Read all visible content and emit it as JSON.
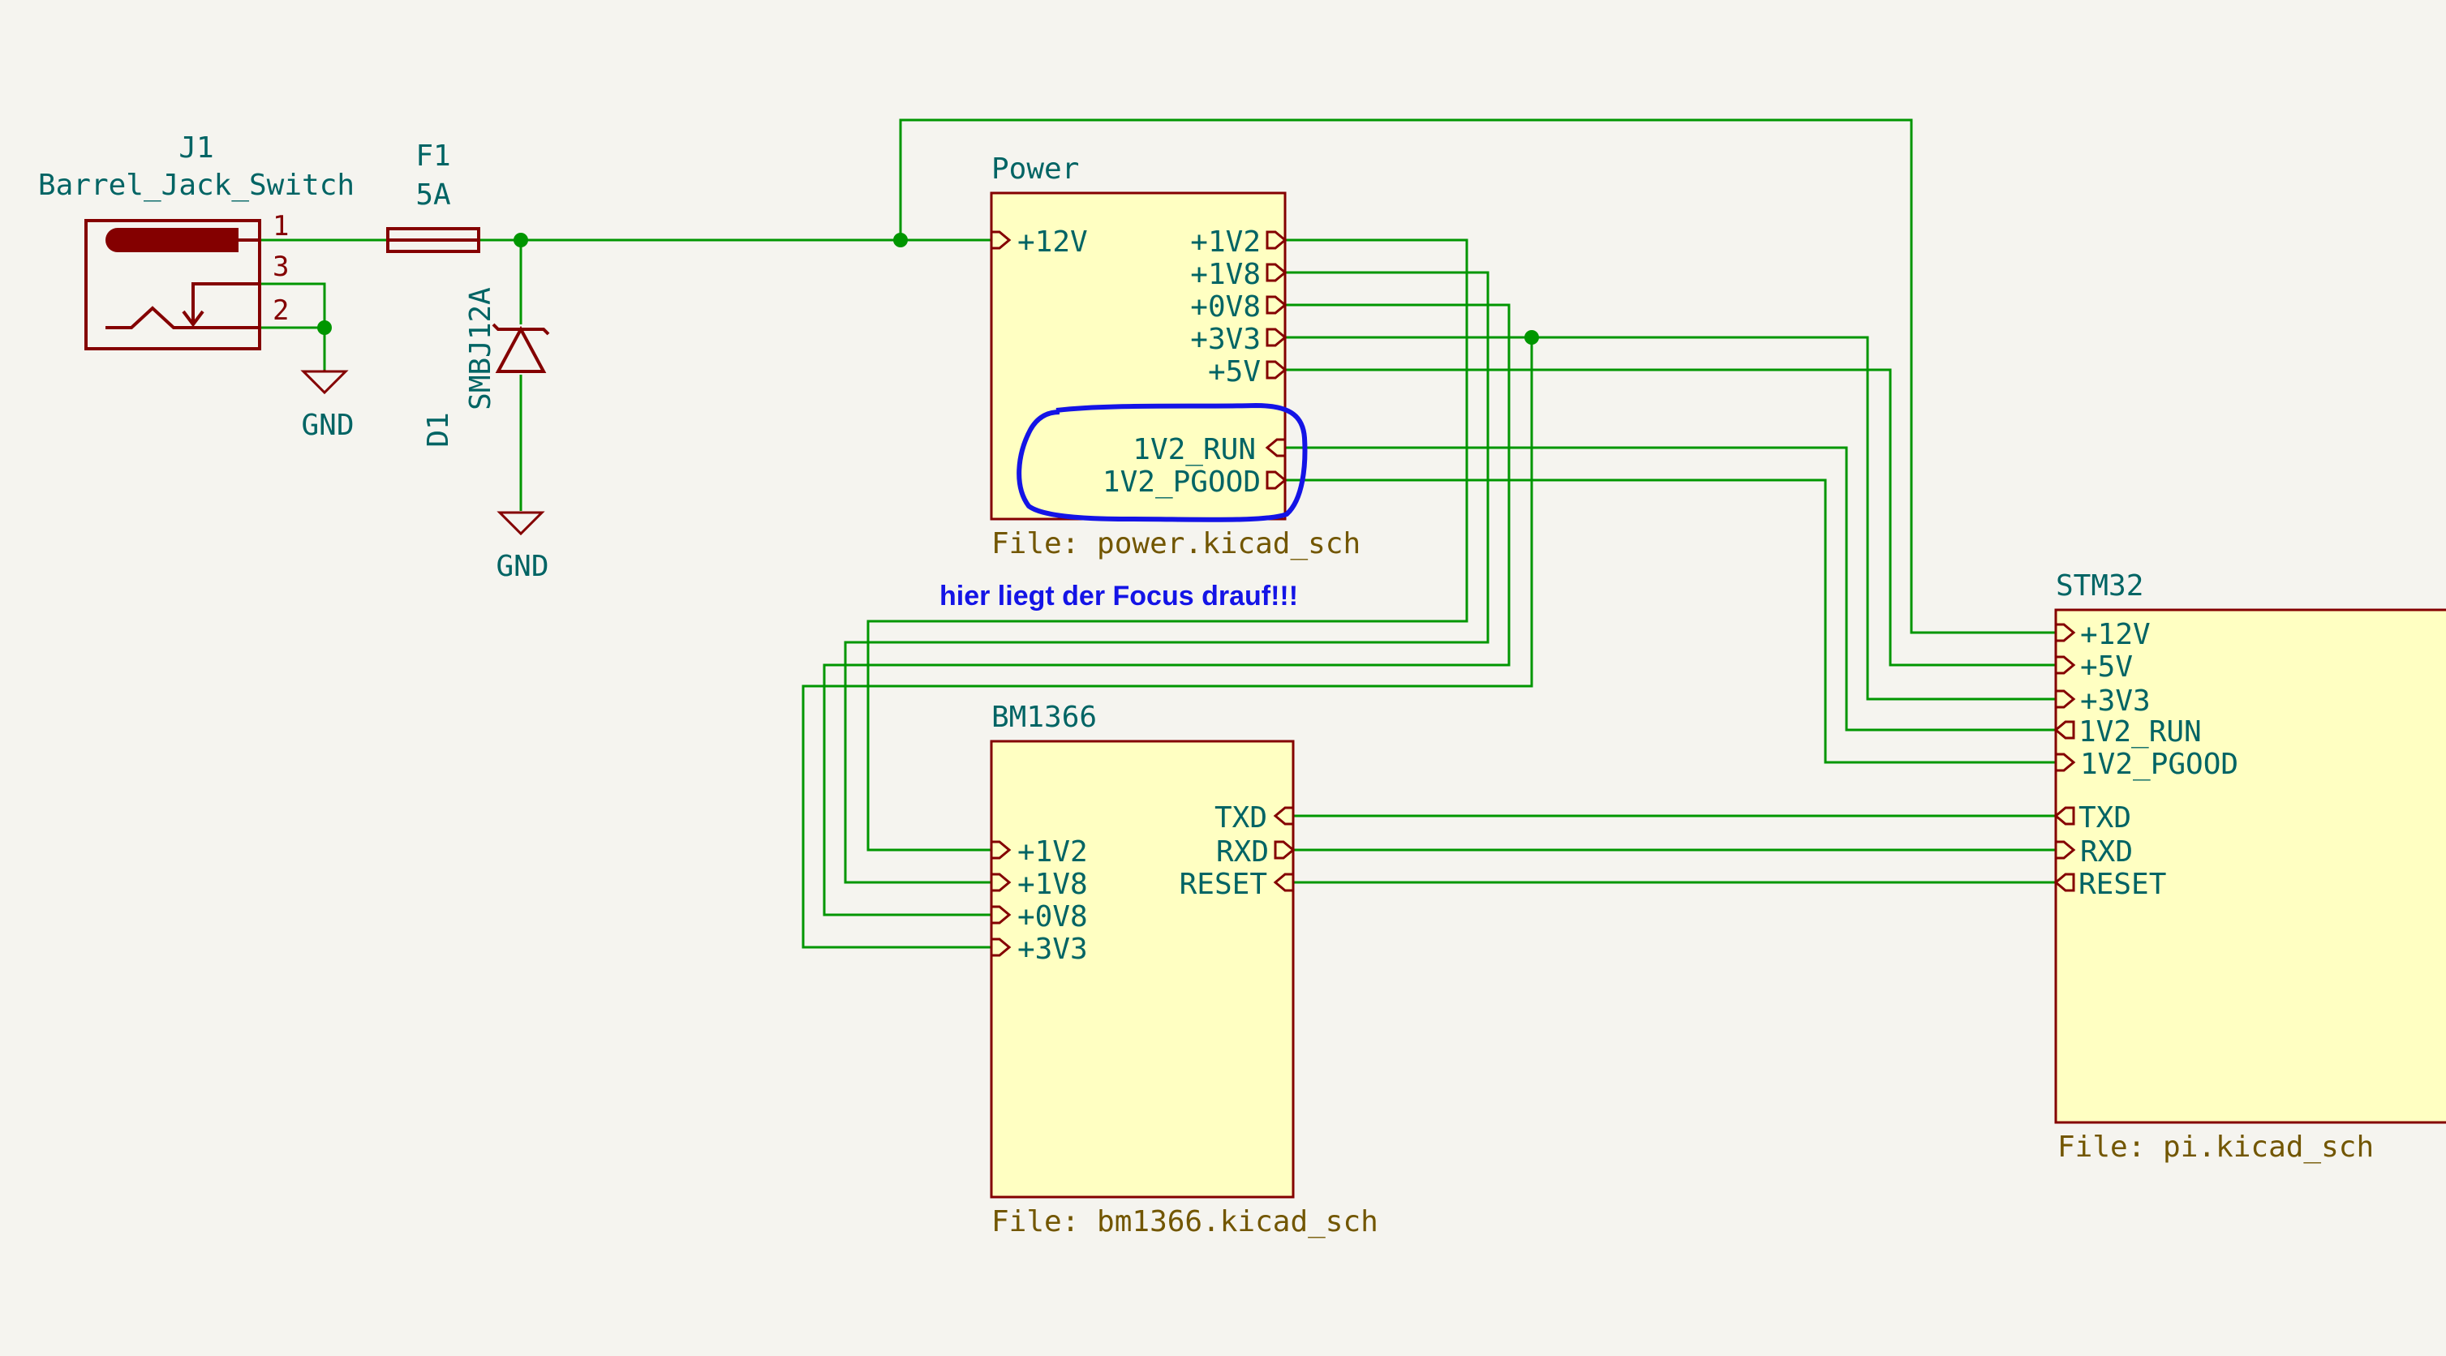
{
  "components": {
    "j1": {
      "ref": "J1",
      "value": "Barrel_Jack_Switch",
      "pins": [
        "1",
        "3",
        "2"
      ]
    },
    "f1": {
      "ref": "F1",
      "value": "5A"
    },
    "d1": {
      "ref": "D1",
      "value": "SMBJ12A"
    },
    "gnd": "GND"
  },
  "sheets": {
    "power": {
      "name": "Power",
      "file": "File: power.kicad_sch",
      "left_pins": [
        "+12V"
      ],
      "right_pins": [
        "+1V2",
        "+1V8",
        "+0V8",
        "+3V3",
        "+5V",
        "1V2_RUN",
        "1V2_PGOOD"
      ]
    },
    "bm1366": {
      "name": "BM1366",
      "file": "File: bm1366.kicad_sch",
      "left_pins": [
        "+1V2",
        "+1V8",
        "+0V8",
        "+3V3"
      ],
      "right_pins": [
        "TXD",
        "RXD",
        "RESET"
      ]
    },
    "stm32": {
      "name": "STM32",
      "file": "File: pi.kicad_sch",
      "left_pins": [
        "+12V",
        "+5V",
        "+3V3",
        "1V2_RUN",
        "1V2_PGOOD",
        "TXD",
        "RXD",
        "RESET"
      ]
    }
  },
  "annotation": {
    "text": "hier liegt der Focus drauf!!!"
  },
  "colors": {
    "background": "#f5f4ef",
    "wire": "#009600",
    "symbol": "#840000",
    "sheet_fill": "#ffffc2",
    "label_teal": "#006464",
    "sheet_text": "#725600",
    "annotation": "#1414e6"
  }
}
